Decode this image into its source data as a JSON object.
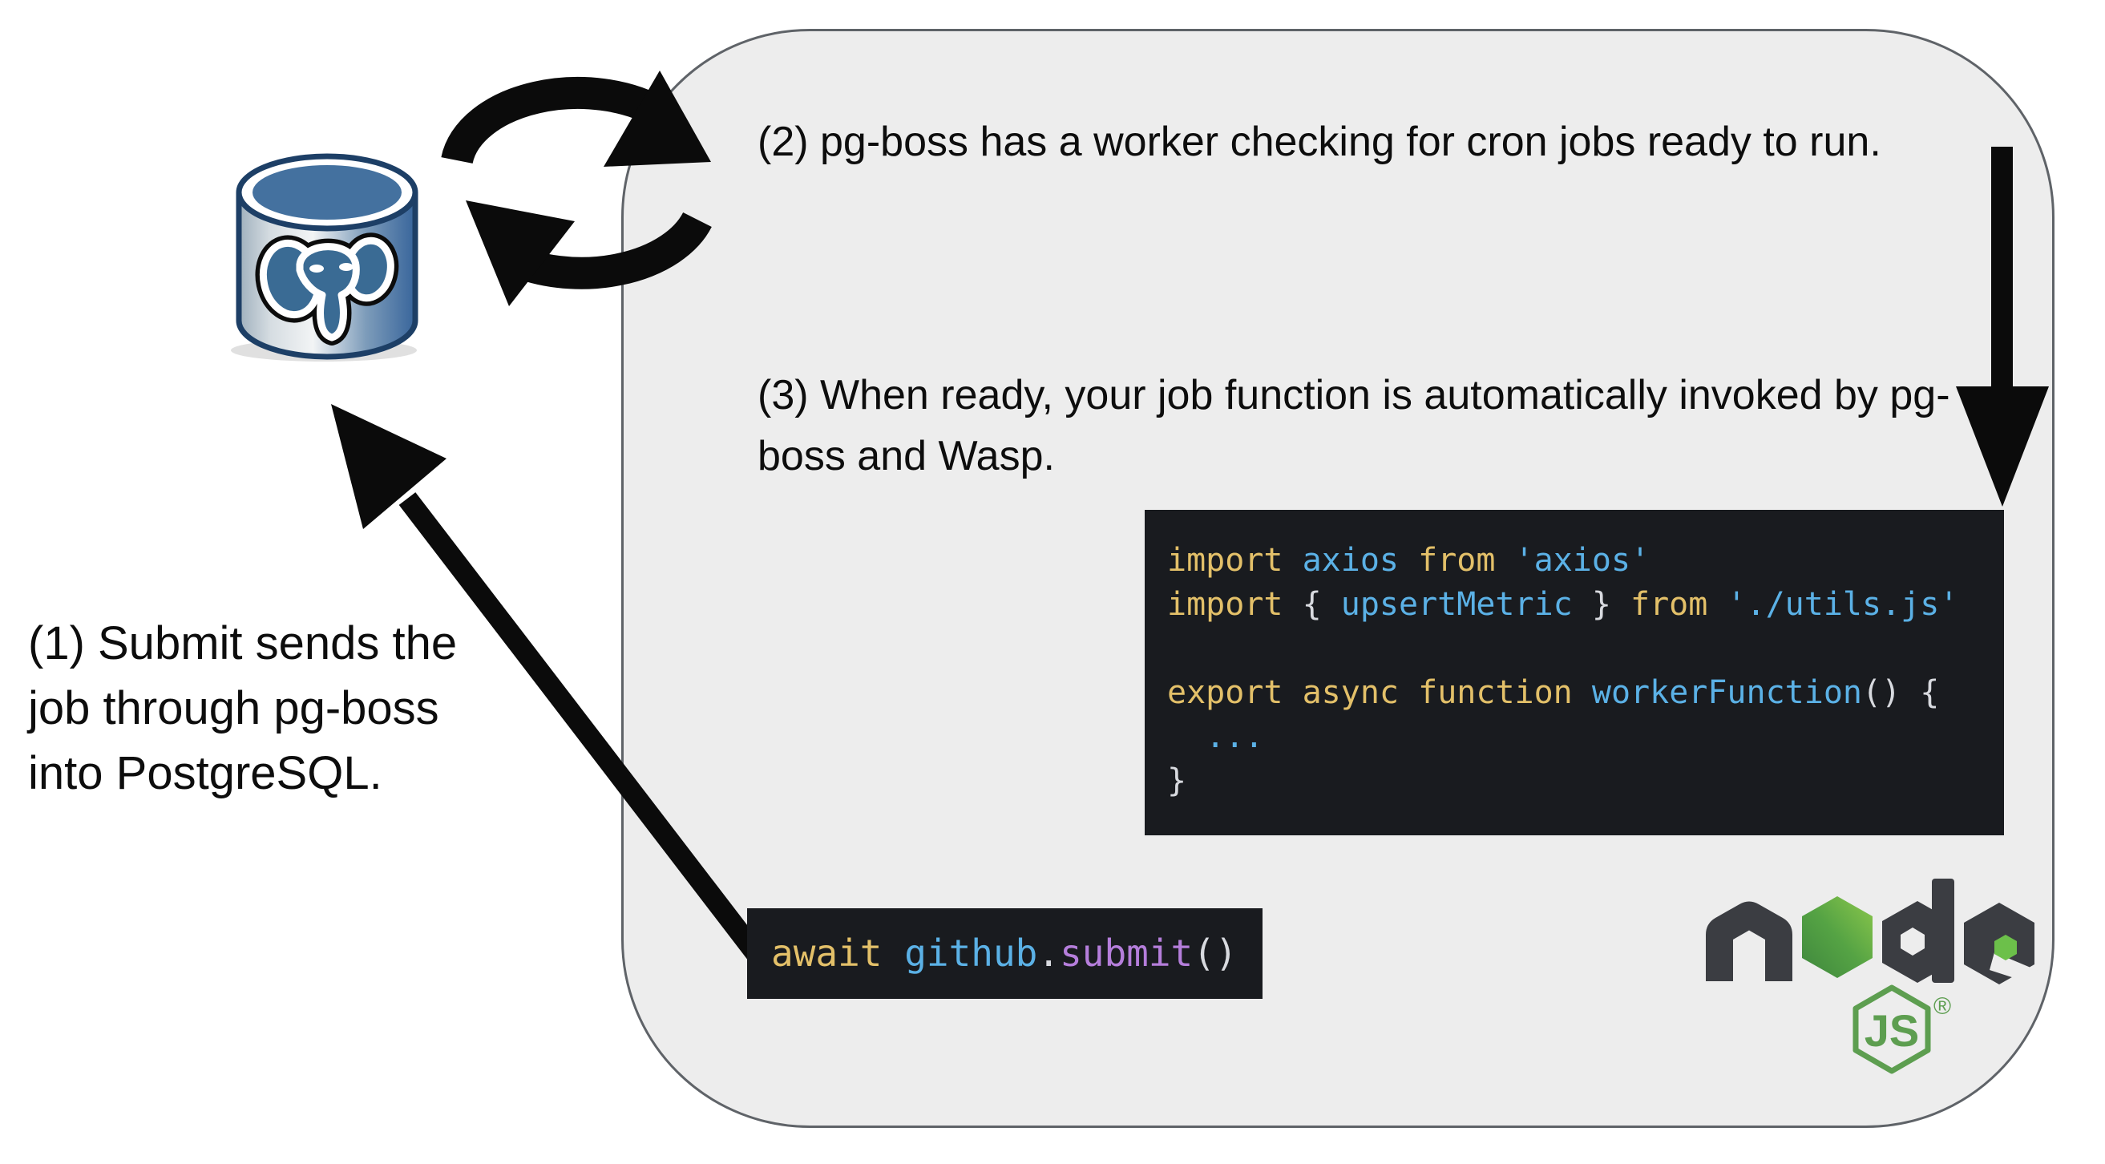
{
  "colors": {
    "frame_bg": "#ededed",
    "frame_border": "#5f6368",
    "code_bg": "#191b1f",
    "code_yellow": "#e3c069",
    "code_blue": "#5bb1e6",
    "code_purple": "#b57edb",
    "code_white": "#d8dadf",
    "arrow_black": "#0b0b0b",
    "node_dark": "#3b3d42",
    "node_green": "#8cc84b",
    "node_green_dark": "#3e863d",
    "node_badge_green": "#5d9e50",
    "pg_outline": "#1d3f66",
    "pg_blue": "#44719f",
    "pg_elephant": "#3a6b94"
  },
  "annotations": {
    "step1": "(1) Submit sends the job through pg-boss into PostgreSQL.",
    "step2": "(2) pg-boss has a worker checking for cron jobs ready to run.",
    "step3": "(3) When ready, your job function is automatically invoked by pg-boss and Wasp."
  },
  "code_blocks": {
    "worker": {
      "lines": [
        [
          {
            "c": "kw",
            "t": "import"
          },
          {
            "c": "plain",
            "t": " "
          },
          {
            "c": "id",
            "t": "axios"
          },
          {
            "c": "plain",
            "t": " "
          },
          {
            "c": "kw",
            "t": "from"
          },
          {
            "c": "plain",
            "t": " "
          },
          {
            "c": "str",
            "t": "'axios'"
          }
        ],
        [
          {
            "c": "kw",
            "t": "import"
          },
          {
            "c": "punc",
            "t": " { "
          },
          {
            "c": "id",
            "t": "upsertMetric"
          },
          {
            "c": "punc",
            "t": " } "
          },
          {
            "c": "kw",
            "t": "from"
          },
          {
            "c": "plain",
            "t": " "
          },
          {
            "c": "str",
            "t": "'./utils.js'"
          }
        ],
        [],
        [
          {
            "c": "kw",
            "t": "export"
          },
          {
            "c": "plain",
            "t": " "
          },
          {
            "c": "kw",
            "t": "async"
          },
          {
            "c": "plain",
            "t": " "
          },
          {
            "c": "kw",
            "t": "function"
          },
          {
            "c": "plain",
            "t": " "
          },
          {
            "c": "id",
            "t": "workerFunction"
          },
          {
            "c": "punc",
            "t": "() {"
          }
        ],
        [
          {
            "c": "id",
            "t": "  ..."
          }
        ],
        [
          {
            "c": "punc",
            "t": "}"
          }
        ]
      ]
    },
    "submit": {
      "lines": [
        [
          {
            "c": "kw",
            "t": "await"
          },
          {
            "c": "plain",
            "t": " "
          },
          {
            "c": "id",
            "t": "github"
          },
          {
            "c": "punc",
            "t": "."
          },
          {
            "c": "prop",
            "t": "submit"
          },
          {
            "c": "punc",
            "t": "()"
          }
        ]
      ]
    }
  },
  "node_logo": {
    "word": "node",
    "badge": "JS",
    "reg": "®"
  },
  "icons": {
    "postgres": "postgresql-database-icon",
    "cycle": "cycle-arrows-icon",
    "node": "nodejs-logo",
    "arrow_down": "down-arrow",
    "arrow_diagonal": "up-left-arrow"
  }
}
